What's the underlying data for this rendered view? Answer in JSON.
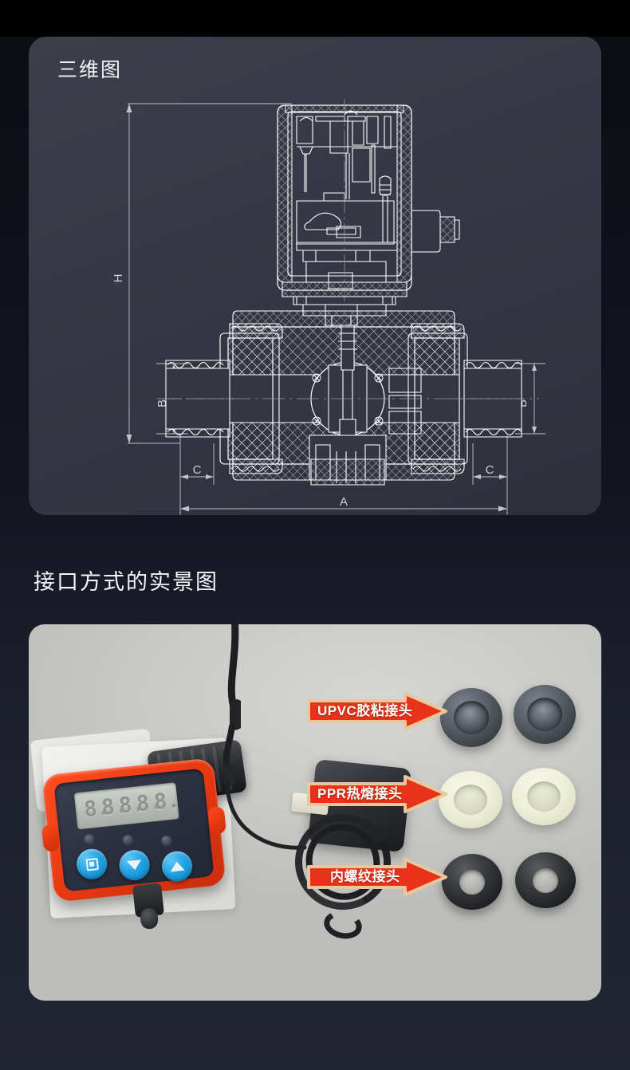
{
  "page": {
    "background_color": "#0e0f16",
    "card_color": "#383a45",
    "accent_color": "#ea3a12"
  },
  "cad_section": {
    "title": "三维图",
    "dimension_labels": {
      "height": "H",
      "bore_left": "B",
      "bore_right": "B",
      "socket_left": "C",
      "socket_right": "C",
      "overall_length": "A"
    },
    "line_color": "#ffffff",
    "drawing_bg": "#343642"
  },
  "photo_section": {
    "title": "接口方式的实景图",
    "labels": [
      {
        "text": "UPVC胶粘接头",
        "name": "upvc-glue-joint"
      },
      {
        "text": "PPR热熔接头",
        "name": "ppr-fusion-joint"
      },
      {
        "text": "内螺纹接头",
        "name": "female-thread-joint"
      }
    ],
    "arrow_color": "#e8331a",
    "arrow_border_color": "#e8c79c",
    "controller": {
      "bezel_color": "#ea3a12",
      "display_value": "8.8.8.8.8.",
      "display_digits": [
        "8.",
        "8.",
        "8.",
        "8.",
        "8."
      ],
      "buttons": [
        {
          "name": "set-button",
          "icon": "set-icon"
        },
        {
          "name": "down-button",
          "icon": "triangle-down-icon"
        },
        {
          "name": "up-button",
          "icon": "triangle-up-icon"
        }
      ],
      "indicators": [
        "led-1",
        "led-2",
        "led-3"
      ]
    },
    "fittings": {
      "row1": "upvc-socket-fitting",
      "row2": "ppr-fusion-fitting",
      "row3": "threaded-fitting"
    }
  }
}
